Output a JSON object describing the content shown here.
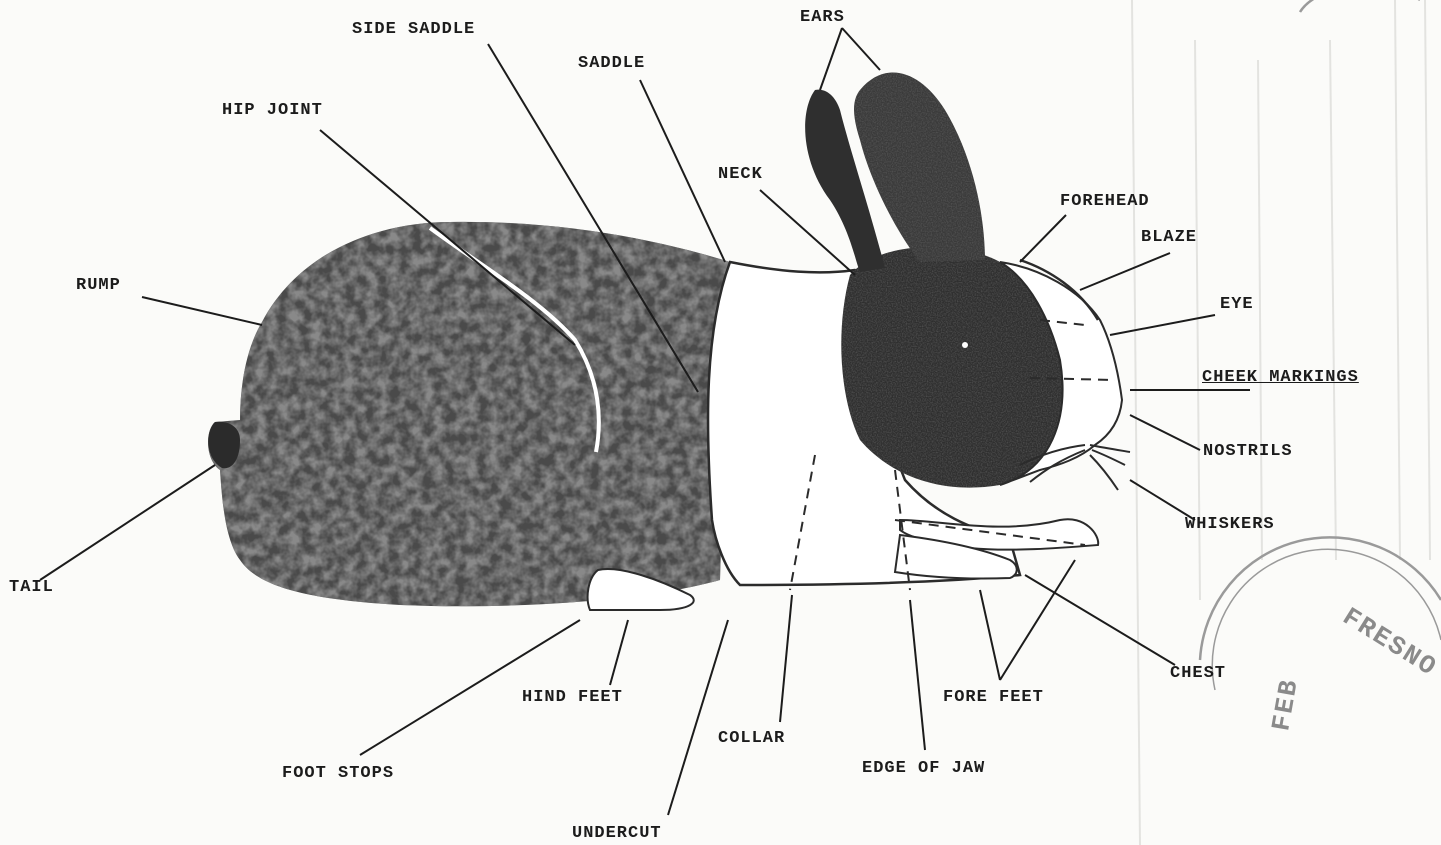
{
  "labels": {
    "side_saddle": "SIDE SADDLE",
    "ears": "EARS",
    "saddle": "SADDLE",
    "hip_joint": "HIP JOINT",
    "neck": "NECK",
    "forehead": "FOREHEAD",
    "blaze": "BLAZE",
    "rump": "RUMP",
    "eye": "EYE",
    "cheek_markings": "CHEEK MARKINGS",
    "nostrils": "NOSTRILS",
    "whiskers": "WHISKERS",
    "tail": "TAIL",
    "chest": "CHEST",
    "hind_feet": "HIND FEET",
    "fore_feet": "FORE FEET",
    "collar": "COLLAR",
    "foot_stops": "FOOT STOPS",
    "edge_of_jaw": "EDGE OF JAW",
    "undercut": "UNDERCUT"
  },
  "postmark": {
    "text": "FRESNO",
    "date": "FEB"
  },
  "colors": {
    "ink": "#1c1c1c",
    "fur_dark": "#3a3a3a",
    "fur_mottled": "#6b6b6b",
    "paper": "#fbfbf9"
  }
}
